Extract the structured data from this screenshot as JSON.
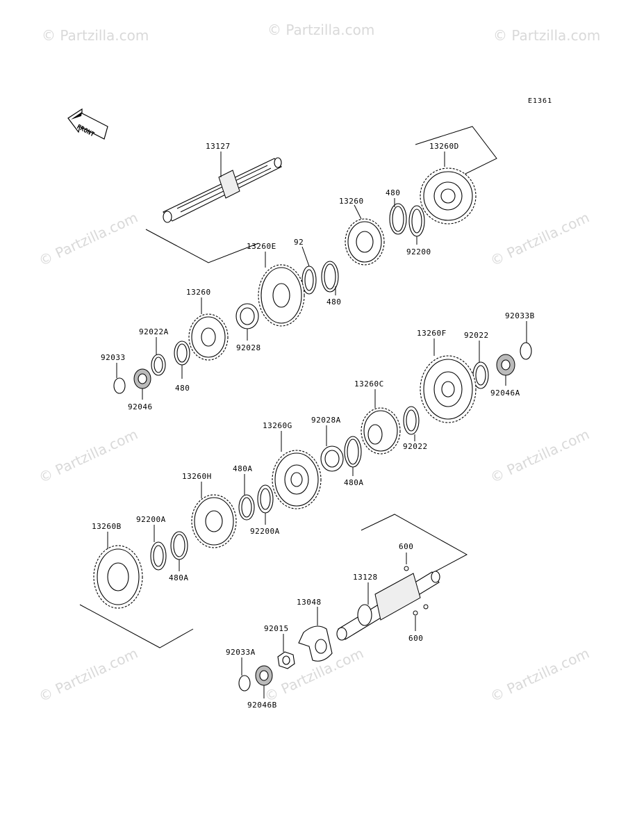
{
  "diagram_code": "E1361",
  "front_label": "FRONT",
  "watermark": "© Partzilla.com",
  "parts": {
    "p13127": "13127",
    "p13260D": "13260D",
    "p480_top": "480",
    "p13260_upper": "13260",
    "p92200": "92200",
    "p13260E": "13260E",
    "p92_hidden": "92",
    "p480_mid": "480",
    "p13260": "13260",
    "p92022A": "92022A",
    "p92033": "92033",
    "p92028": "92028",
    "p480_left": "480",
    "p92046": "92046",
    "p92033B": "92033B",
    "p13260F": "13260F",
    "p92022_right": "92022",
    "p92046A": "92046A",
    "p13260C": "13260C",
    "p92028A": "92028A",
    "p92022_mid": "92022",
    "p13260G": "13260G",
    "p480A_mid": "480A",
    "p13260H": "13260H",
    "p480A_upper": "480A",
    "p92200A_lower": "92200A",
    "p13260B": "13260B",
    "p92200A_left": "92200A",
    "p480A_lower": "480A",
    "p600_top": "600",
    "p13128": "13128",
    "p600_bottom": "600",
    "p13048": "13048",
    "p92015": "92015",
    "p92033A": "92033A",
    "p92046B": "92046B"
  }
}
